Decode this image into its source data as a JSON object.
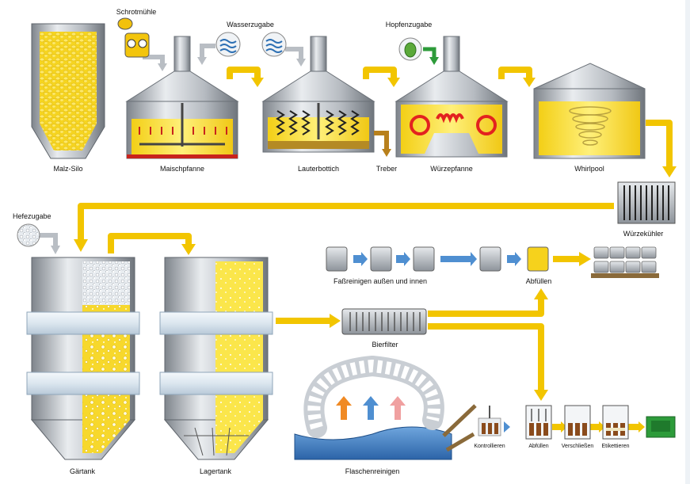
{
  "labels": {
    "malz_silo": "Malz-Silo",
    "schrotmuehle": "Schrotmühle",
    "wasserzugabe": "Wasserzugabe",
    "hopfenzugabe": "Hopfenzugabe",
    "maischpfanne": "Maischpfanne",
    "lauterbottich": "Lauterbottich",
    "treber": "Treber",
    "wuerzepfanne": "Würzepfanne",
    "whirlpool": "Whirlpool",
    "wuerzekuehler": "Würzekühler",
    "hefezugabe": "Hefezugabe",
    "fassreinigen": "Faßreinigen außen und innen",
    "abfuellen_fass": "Abfüllen",
    "bierfilter": "Bierfilter",
    "gaertank": "Gärtank",
    "lagertank": "Lagertank",
    "flaschenreinigen": "Flaschenreinigen",
    "kontrollieren": "Kontrollieren",
    "abfuellen_flasche": "Abfüllen",
    "verschliessen": "Verschließen",
    "etikettieren": "Etikettieren"
  },
  "colors": {
    "flow_arrow": "#f2c500",
    "gray_arrow": "#b9bec4",
    "blue_arrow": "#4f8fd1",
    "steel": "#aeb3b9",
    "liquid": "#fbe64b",
    "malt": "#f4d21c",
    "red_coil": "#e3221f",
    "water_blue": "#2c6fb3",
    "crate_green": "#2d9b3a"
  },
  "icons": [
    "malt-grain-icon",
    "hop-icon",
    "water-wave-icon",
    "yeast-icon"
  ]
}
